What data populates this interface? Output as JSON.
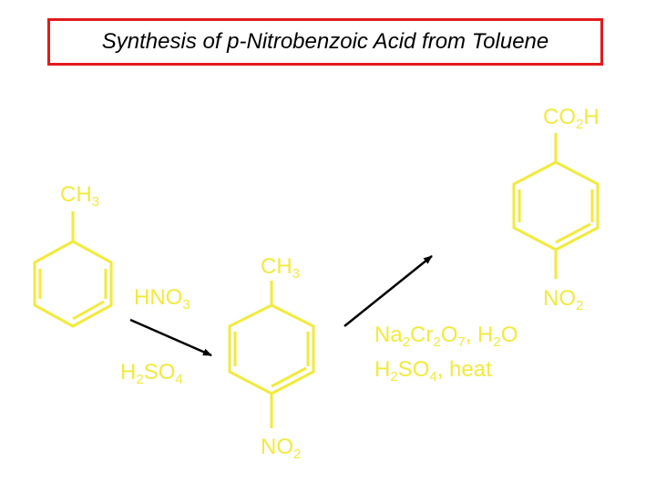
{
  "title": "Synthesis of p-Nitrobenzoic Acid from Toluene",
  "colors": {
    "structure": "#f2ea3c",
    "arrow": "#000000",
    "title_border": "#e11b1b",
    "background": "#ffffff"
  },
  "molecules": {
    "toluene": {
      "substituent": {
        "main": "CH",
        "sub": "3"
      }
    },
    "p_nitrotoluene": {
      "top_substituent": {
        "main": "CH",
        "sub": "3"
      },
      "bottom_substituent": {
        "main": "NO",
        "sub": "2"
      }
    },
    "p_nitrobenzoic_acid": {
      "top_substituent": {
        "pre": "CO",
        "sub": "2",
        "post": "H"
      },
      "bottom_substituent": {
        "main": "NO",
        "sub": "2"
      }
    }
  },
  "reagents": {
    "step1": {
      "line1": {
        "pre": "HNO",
        "sub": "3"
      },
      "line2": {
        "pre": "H",
        "sub1": "2",
        "mid": "SO",
        "sub2": "4"
      }
    },
    "step2": {
      "line1": {
        "p1": "Na",
        "s1": "2",
        "p2": "Cr",
        "s2": "2",
        "p3": "O",
        "s3": "7",
        "p4": ", H",
        "s4": "2",
        "p5": "O"
      },
      "line2": {
        "p1": "H",
        "s1": "2",
        "p2": "SO",
        "s2": "4",
        "p3": ", heat"
      }
    }
  }
}
